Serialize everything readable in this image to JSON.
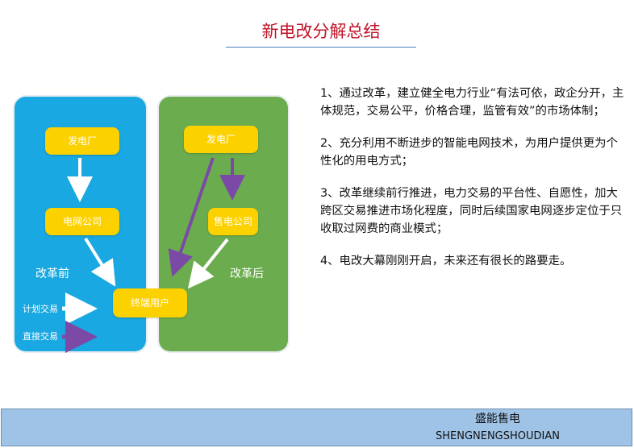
{
  "header": {
    "title": "新电改分解总结"
  },
  "diagram": {
    "colors": {
      "before_panel": "#19a8e1",
      "after_panel": "#6bad4e",
      "node": "#fcd100",
      "planned_arrow": "#ffffff",
      "direct_arrow": "#7b4aa6"
    },
    "before_label": "改革前",
    "after_label": "改革后",
    "nodes": {
      "power_plant_left": "发电厂",
      "grid_company": "电网公司",
      "power_plant_right": "发电厂",
      "retail_company": "售电公司",
      "end_user": "终端用户"
    },
    "legend": {
      "planned": "计划交易",
      "direct": "直接交易"
    }
  },
  "summary": {
    "points": [
      "1、通过改革，建立健全电力行业“有法可依，政企分开，主体规范，交易公平，价格合理，监管有效”的市场体制；",
      "2、充分利用不断进步的智能电网技术，为用户提供更为个性化的用电方式；",
      "3、改革继续前行推进，电力交易的平台性、自愿性，加大跨区交易推进市场化程度，同时后续国家电网逐步定位于只收取过网费的商业模式；",
      "4、电改大幕刚刚开启，未来还有很长的路要走。"
    ]
  },
  "footer": {
    "name": "盛能售电",
    "sub": "SHENGNENGSHOUDIAN"
  }
}
